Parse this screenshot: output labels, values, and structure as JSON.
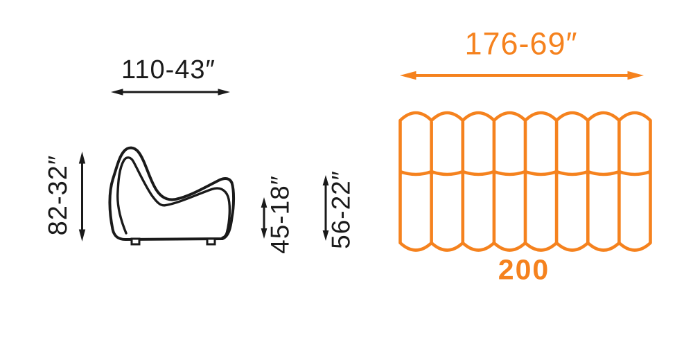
{
  "side_view": {
    "depth_label": "110-43″",
    "height_label": "82-32″",
    "seat_height_label": "45-18″",
    "front_height_label": "56-22″"
  },
  "front_view": {
    "width_label": "176-69″",
    "model_label": "200",
    "channel_count": 8
  },
  "colors": {
    "accent": "#F5821E",
    "ink": "#1A1A1A"
  }
}
